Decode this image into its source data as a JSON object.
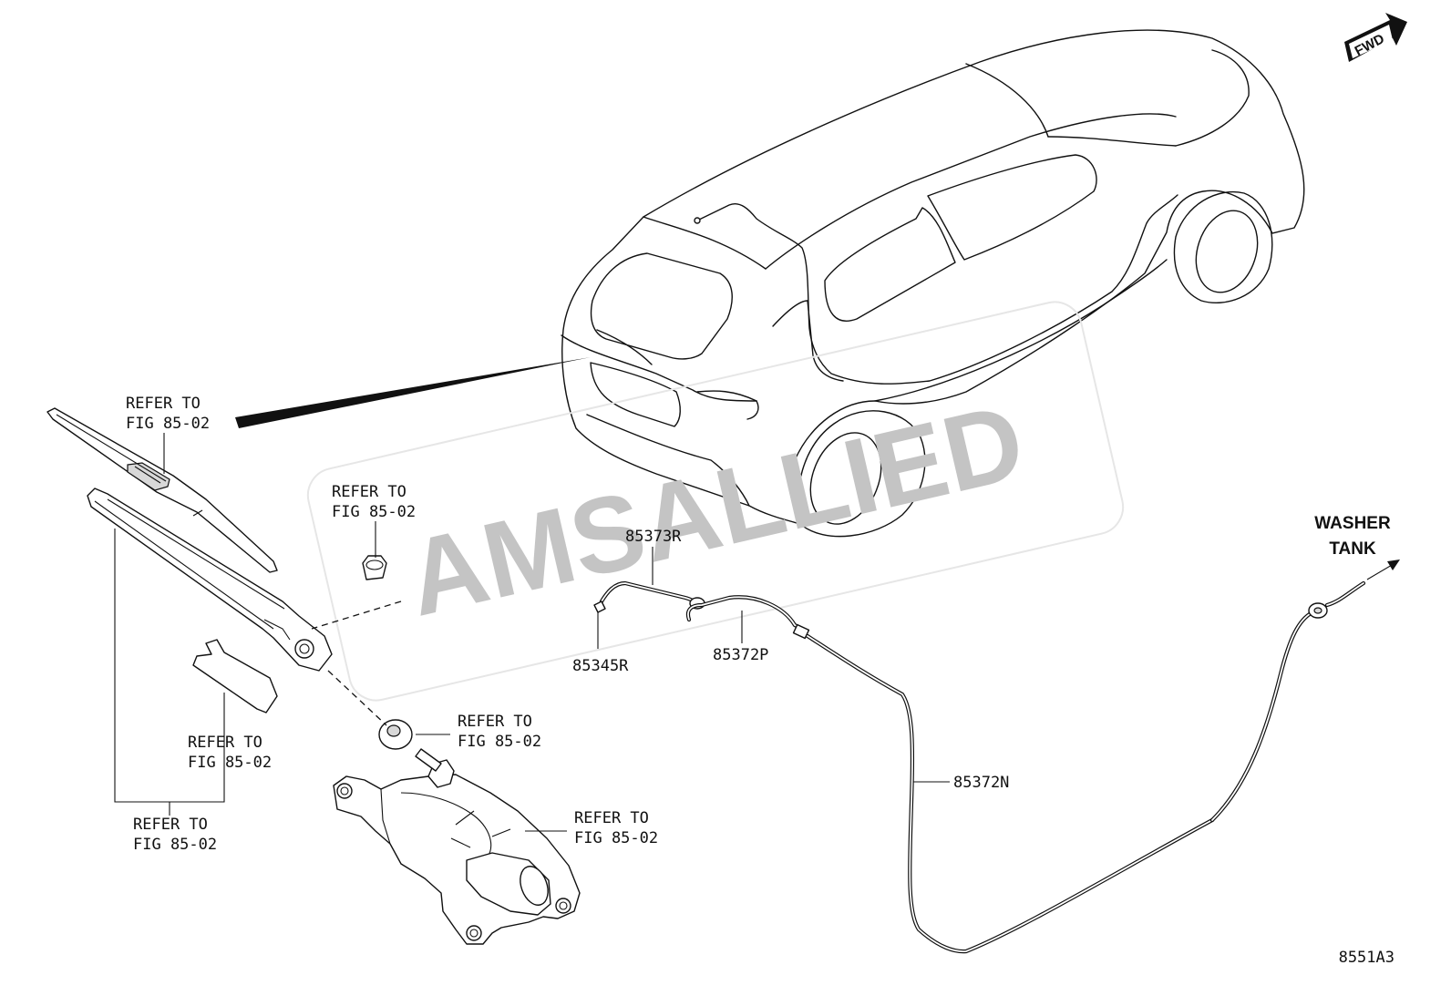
{
  "diagram_code": "8551A3",
  "watermark": "AMSALLIED",
  "fwd_badge": "FWD",
  "destination": {
    "line1": "WASHER",
    "line2": "TANK"
  },
  "refer_line1": "REFER TO",
  "refer_line2": "FIG 85-02",
  "parts": {
    "nozzle_hose": "85373R",
    "clip": "85345R",
    "hose_short": "85372P",
    "hose_long": "85372N"
  }
}
